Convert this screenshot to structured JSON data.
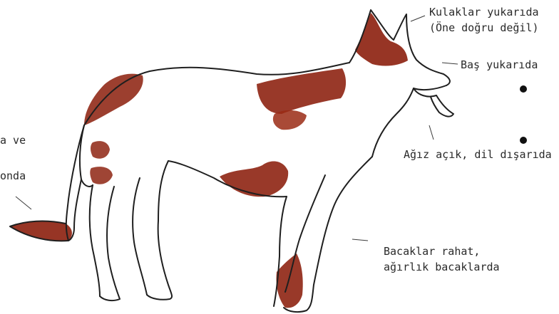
{
  "labels": {
    "ears_line1": "Kulaklar yukarıda",
    "ears_line2": "(Öne doğru değil)",
    "head": "Baş yukarıda",
    "mouth": "Ağız açık, dil dışarıda",
    "legs_line1": "Bacaklar rahat,",
    "legs_line2": "ağırlık bacaklarda",
    "tail_line1": "a ve",
    "tail_line2": "onda"
  },
  "colors": {
    "outline": "#1f1f1f",
    "patch": "#8e2412",
    "patch_dark": "#6e1a0c",
    "text": "#2a2a2a"
  }
}
